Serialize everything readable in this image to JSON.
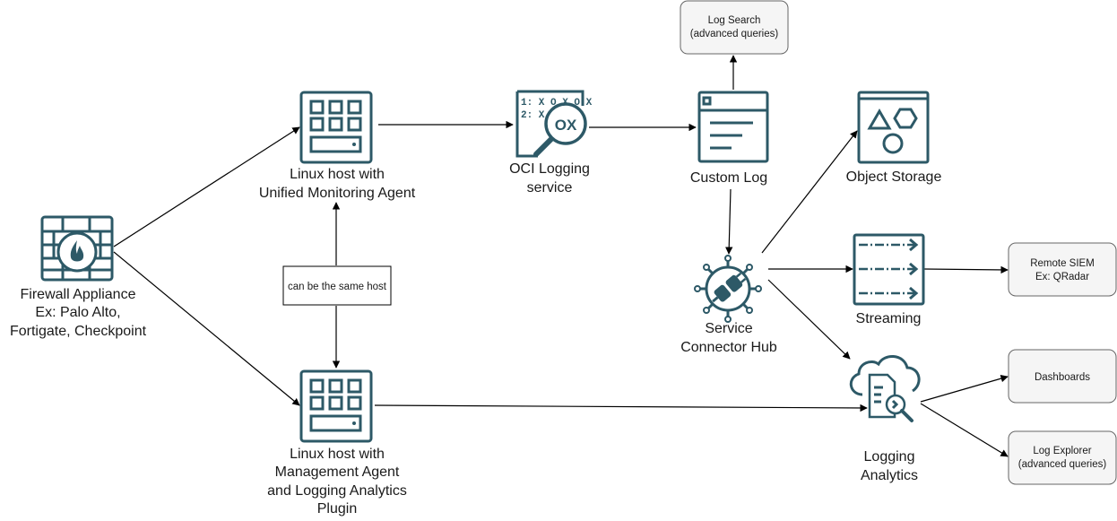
{
  "nodes": {
    "firewall": {
      "lines": [
        "Firewall Appliance",
        "Ex: Palo Alto,",
        "Fortigate, Checkpoint"
      ],
      "icon": "firewall-icon"
    },
    "uma_host": {
      "lines": [
        "Linux host with",
        "Unified Monitoring Agent"
      ],
      "icon": "server-grid-icon"
    },
    "mgmt_host": {
      "lines": [
        "Linux host with",
        "Management Agent",
        "and Logging Analytics",
        "Plugin"
      ],
      "icon": "server-grid-icon"
    },
    "same_host_note": {
      "text": "can be the same host"
    },
    "oci_logging": {
      "lines": [
        "OCI Logging",
        "service"
      ],
      "icon": "log-magnifier-icon",
      "icon_text": [
        "1: X O X O X",
        "2: X O"
      ],
      "lens_text": "OX"
    },
    "custom_log": {
      "lines": [
        "Custom Log"
      ],
      "icon": "document-window-icon"
    },
    "log_search": {
      "lines": [
        "Log Search",
        "(advanced queries)"
      ]
    },
    "service_connector": {
      "lines": [
        "Service",
        "Connector Hub"
      ],
      "icon": "connector-hub-icon"
    },
    "object_storage": {
      "lines": [
        "Object Storage"
      ],
      "icon": "object-storage-icon"
    },
    "streaming": {
      "lines": [
        "Streaming"
      ],
      "icon": "streaming-icon"
    },
    "remote_siem": {
      "lines": [
        "Remote SIEM",
        "Ex: QRadar"
      ]
    },
    "logging_analytics": {
      "lines": [
        "Logging",
        "Analytics"
      ],
      "icon": "cloud-analytics-icon"
    },
    "dashboards": {
      "lines": [
        "Dashboards"
      ]
    },
    "log_explorer": {
      "lines": [
        "Log Explorer",
        "(advanced queries)"
      ]
    }
  },
  "colors": {
    "icon": "#2d5967",
    "box_fill": "#f5f5f5",
    "box_stroke": "#666666",
    "arrow": "#000000"
  }
}
